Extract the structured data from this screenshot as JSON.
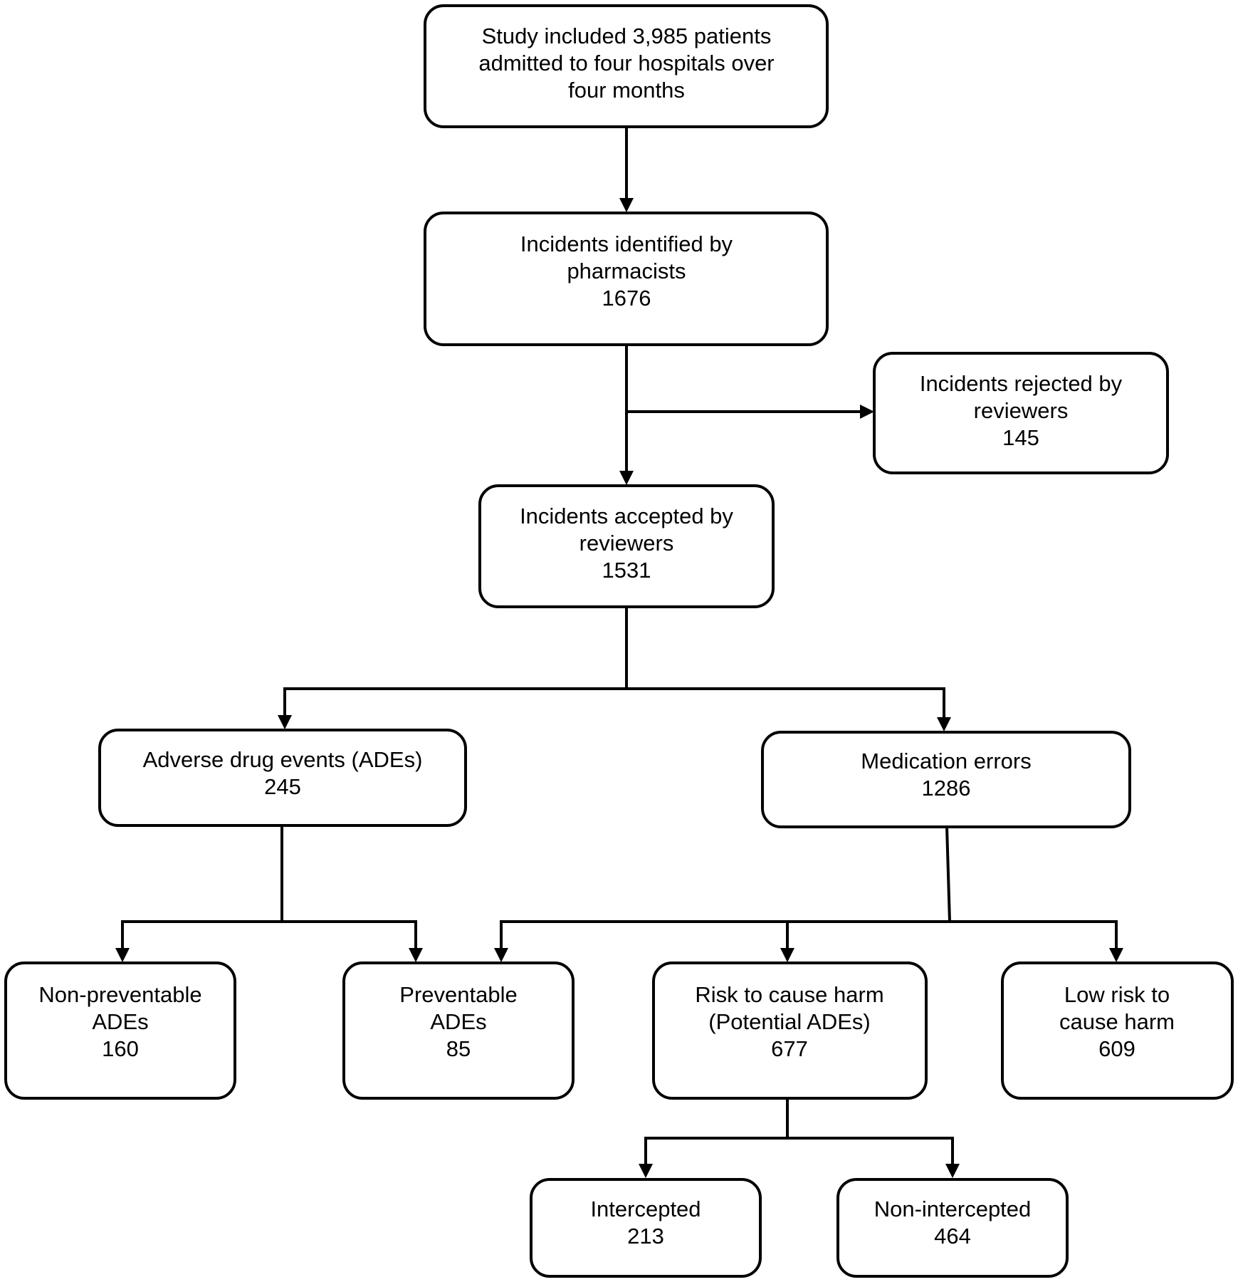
{
  "boxes": {
    "study": {
      "lines": [
        "Study included 3,985 patients",
        "admitted to four hospitals over",
        "four months"
      ]
    },
    "identified": {
      "lines": [
        "Incidents identified by",
        "pharmacists",
        "1676"
      ]
    },
    "rejected": {
      "lines": [
        "Incidents rejected by",
        "reviewers",
        "145"
      ]
    },
    "accepted": {
      "lines": [
        "Incidents accepted by",
        "reviewers",
        "1531"
      ]
    },
    "ade": {
      "lines": [
        "Adverse drug events (ADEs)",
        "245"
      ]
    },
    "med_errors": {
      "lines": [
        "Medication errors",
        "1286"
      ]
    },
    "non_preventable": {
      "lines": [
        "Non-preventable",
        "ADEs",
        "160"
      ]
    },
    "preventable": {
      "lines": [
        "Preventable",
        "ADEs",
        "85"
      ]
    },
    "risk_harm": {
      "lines": [
        "Risk to cause harm",
        "(Potential ADEs)",
        "677"
      ]
    },
    "low_risk": {
      "lines": [
        "Low risk to",
        "cause harm",
        "609"
      ]
    },
    "intercepted": {
      "lines": [
        "Intercepted",
        "213"
      ]
    },
    "non_intercepted": {
      "lines": [
        "Non-intercepted",
        "464"
      ]
    }
  }
}
